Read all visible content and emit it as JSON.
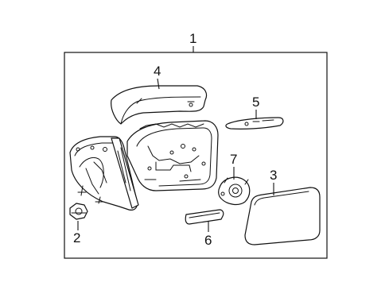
{
  "callouts": {
    "c1": "1",
    "c2": "2",
    "c3": "3",
    "c4": "4",
    "c5": "5",
    "c6": "6",
    "c7": "7"
  },
  "icons": [
    "mirror-assembly",
    "mirror-cap",
    "mirror-housing",
    "mirror-glass",
    "cover-trim",
    "nut",
    "motor",
    "bracket"
  ]
}
